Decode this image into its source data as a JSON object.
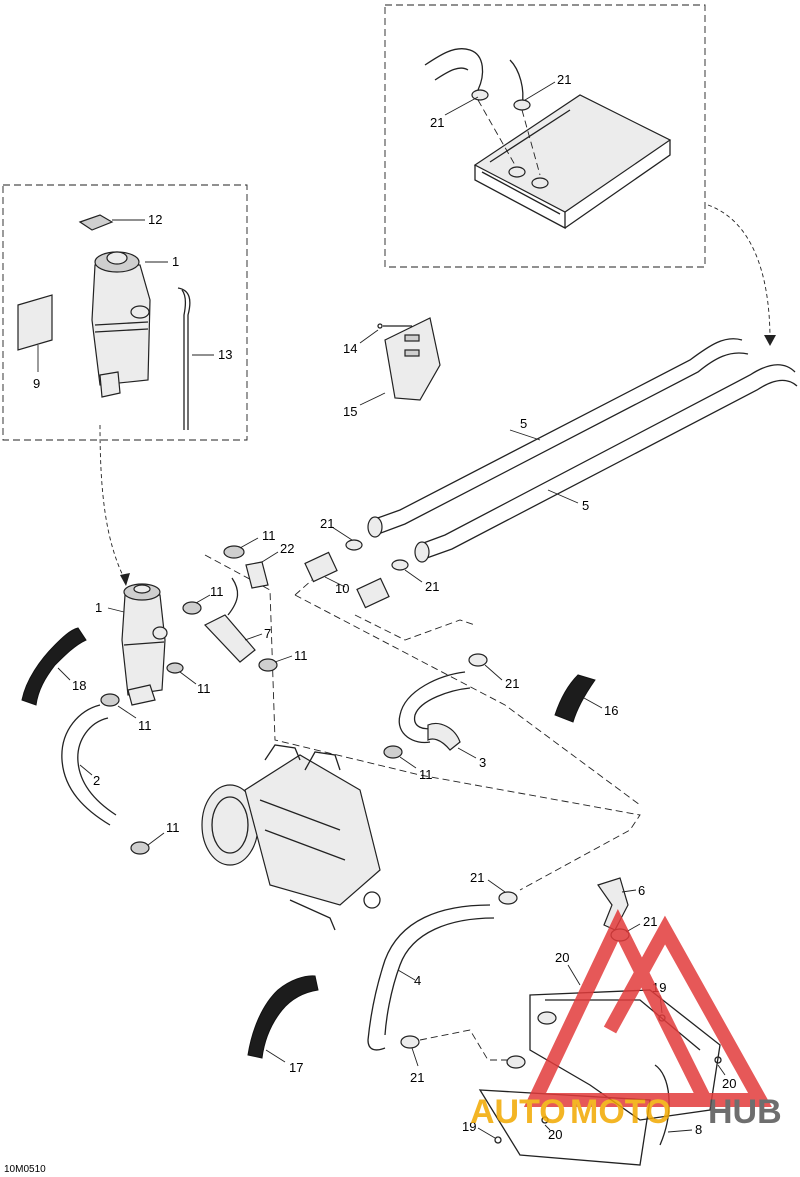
{
  "diagram": {
    "figure_code": "10M0510",
    "callouts": {
      "c1a": "1",
      "c1b": "1",
      "c2": "2",
      "c3": "3",
      "c4": "4",
      "c5a": "5",
      "c5b": "5",
      "c6": "6",
      "c7": "7",
      "c8": "8",
      "c9": "9",
      "c10": "10",
      "c11a": "11",
      "c11b": "11",
      "c11c": "11",
      "c11d": "11",
      "c11e": "11",
      "c11f": "11",
      "c11g": "11",
      "c12": "12",
      "c13": "13",
      "c14": "14",
      "c15": "15",
      "c16": "16",
      "c17": "17",
      "c18": "18",
      "c19a": "19",
      "c19b": "19",
      "c20a": "20",
      "c20b": "20",
      "c20c": "20",
      "c21a": "21",
      "c21b": "21",
      "c21c": "21",
      "c21d": "21",
      "c21e": "21",
      "c21f": "21",
      "c21g": "21",
      "c21h": "21",
      "c22": "22"
    }
  },
  "watermark": {
    "text_left": "AUTO",
    "text_mid": "MOTO",
    "text_right": "HUB",
    "colors": {
      "red": "#e23b3b",
      "orange": "#f2a900",
      "grey": "#555555"
    }
  }
}
